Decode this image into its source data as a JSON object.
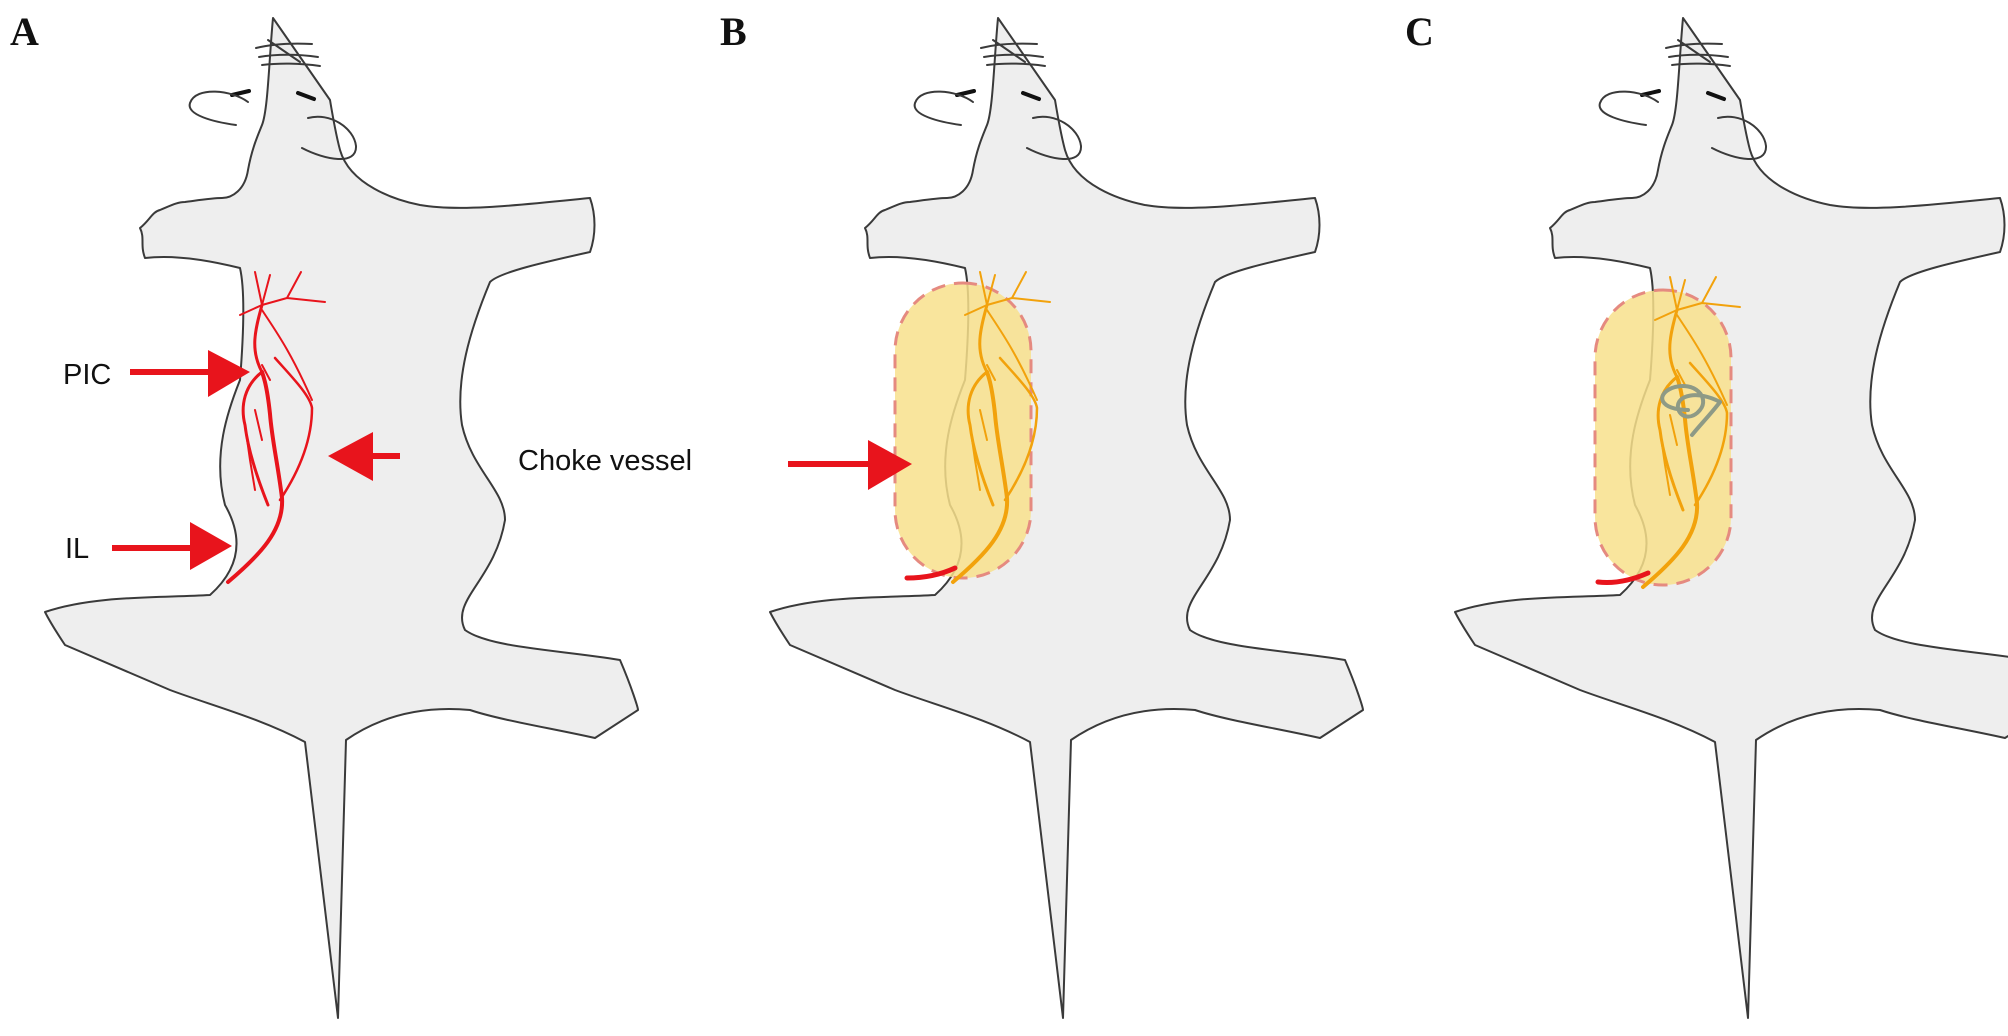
{
  "panels": [
    {
      "id": "A",
      "letter": "A",
      "labels": {
        "pic": "PIC",
        "il": "IL"
      }
    },
    {
      "id": "B",
      "letter": "B",
      "labels": {
        "choke": "Choke vessel"
      }
    },
    {
      "id": "C",
      "letter": "C"
    }
  ],
  "colors": {
    "artery": "#e8141c",
    "arrow": "#e8141c",
    "flap_fill": "#f8e08c",
    "flap_border": "#e58a80",
    "perfused_vessel": "#f2a20c",
    "suture": "#8e9a86",
    "body_fill": "#eeeeee",
    "outline": "#3a3a3a"
  }
}
